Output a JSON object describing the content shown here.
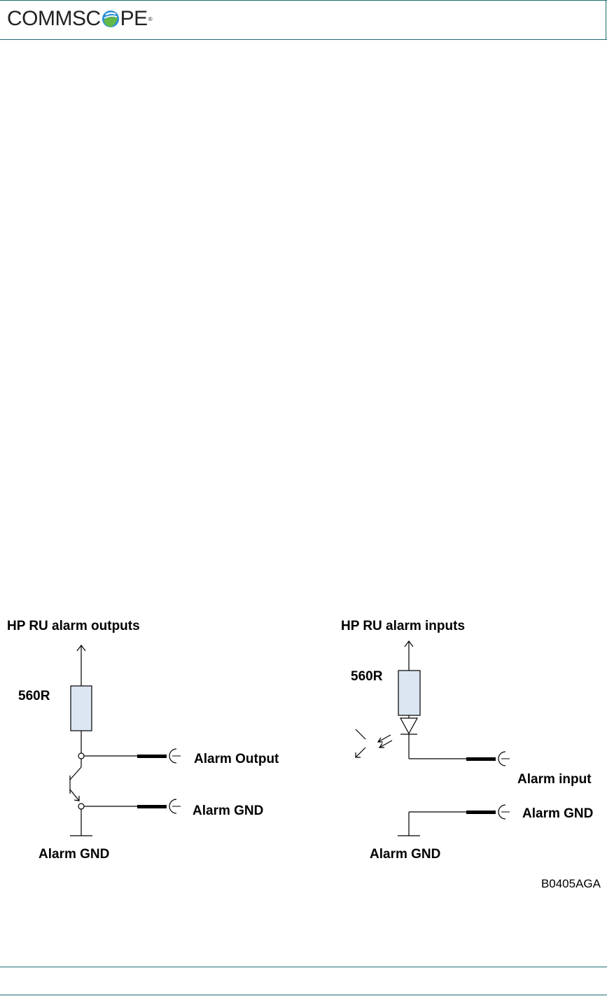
{
  "header": {
    "brand_left": "COMMSC",
    "brand_right": "PE",
    "brand_mark": "®"
  },
  "diagram": {
    "outputs": {
      "title": "HP RU alarm outputs",
      "resistor": "560R",
      "terminal_output": "Alarm Output",
      "terminal_gnd": "Alarm GND",
      "ground": "Alarm GND"
    },
    "inputs": {
      "title": "HP RU alarm inputs",
      "resistor": "560R",
      "terminal_input": "Alarm input",
      "terminal_gnd": "Alarm GND",
      "ground": "Alarm GND"
    },
    "figure_code": "B0405AGA"
  },
  "colors": {
    "rule": "#1f6e75",
    "resistor_fill": "#dce6f2",
    "logo_blue": "#2a8fd6",
    "logo_green": "#63b846"
  }
}
